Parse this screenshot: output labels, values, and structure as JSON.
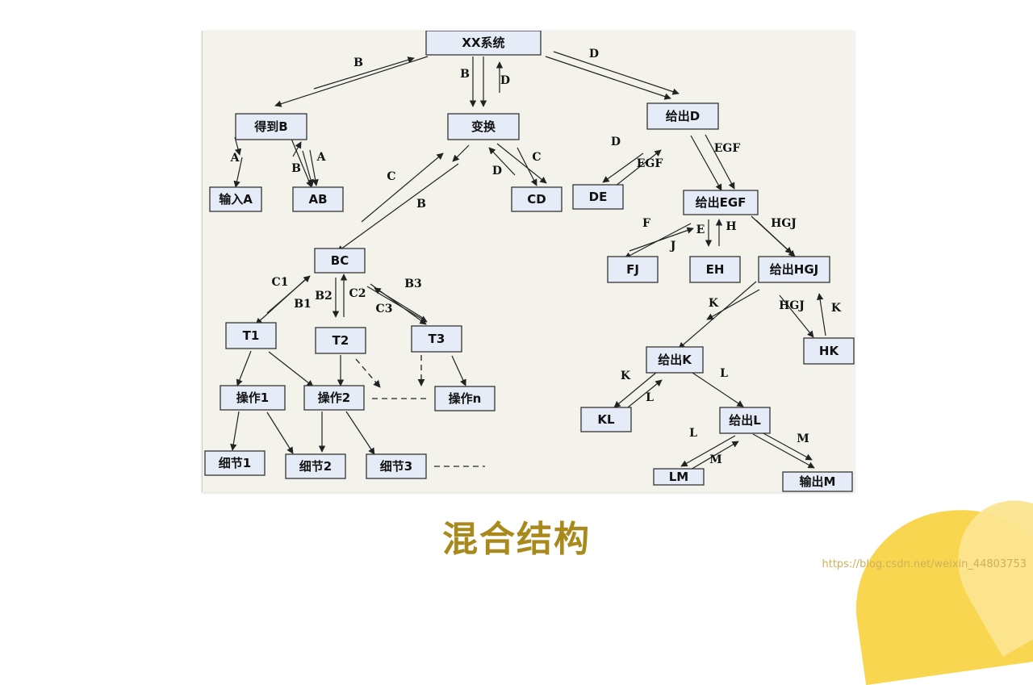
{
  "slide": {
    "title": "混合结构",
    "watermark": "https://blog.csdn.net/weixin_44803753"
  },
  "diagram": {
    "nodes": [
      {
        "id": "xx",
        "label": "XX系统"
      },
      {
        "id": "getB",
        "label": "得到B"
      },
      {
        "id": "transform",
        "label": "变换"
      },
      {
        "id": "giveD",
        "label": "给出D"
      },
      {
        "id": "inputA",
        "label": "输入A"
      },
      {
        "id": "AB",
        "label": "AB"
      },
      {
        "id": "CD",
        "label": "CD"
      },
      {
        "id": "DE",
        "label": "DE"
      },
      {
        "id": "giveEGF",
        "label": "给出EGF"
      },
      {
        "id": "BC",
        "label": "BC"
      },
      {
        "id": "FJ",
        "label": "FJ"
      },
      {
        "id": "EH",
        "label": "EH"
      },
      {
        "id": "giveHGJ",
        "label": "给出HGJ"
      },
      {
        "id": "T1",
        "label": "T1"
      },
      {
        "id": "T2",
        "label": "T2"
      },
      {
        "id": "T3",
        "label": "T3"
      },
      {
        "id": "giveK",
        "label": "给出K"
      },
      {
        "id": "HK",
        "label": "HK"
      },
      {
        "id": "op1",
        "label": "操作1"
      },
      {
        "id": "op2",
        "label": "操作2"
      },
      {
        "id": "opn",
        "label": "操作n"
      },
      {
        "id": "KL",
        "label": "KL"
      },
      {
        "id": "giveL",
        "label": "给出L"
      },
      {
        "id": "detail1",
        "label": "细节1"
      },
      {
        "id": "detail2",
        "label": "细节2"
      },
      {
        "id": "detail3",
        "label": "细节3"
      },
      {
        "id": "LM",
        "label": "LM"
      },
      {
        "id": "outM",
        "label": "输出M"
      }
    ],
    "edge_labels": [
      "B",
      "B",
      "D",
      "D",
      "A",
      "B",
      "A",
      "C",
      "B",
      "D",
      "C",
      "D",
      "EGF",
      "EGF",
      "F",
      "J",
      "E",
      "H",
      "HGJ",
      "C1",
      "B1",
      "B2",
      "C2",
      "C3",
      "B3",
      "K",
      "HGJ",
      "K",
      "K",
      "L",
      "L",
      "L",
      "M",
      "M"
    ]
  }
}
